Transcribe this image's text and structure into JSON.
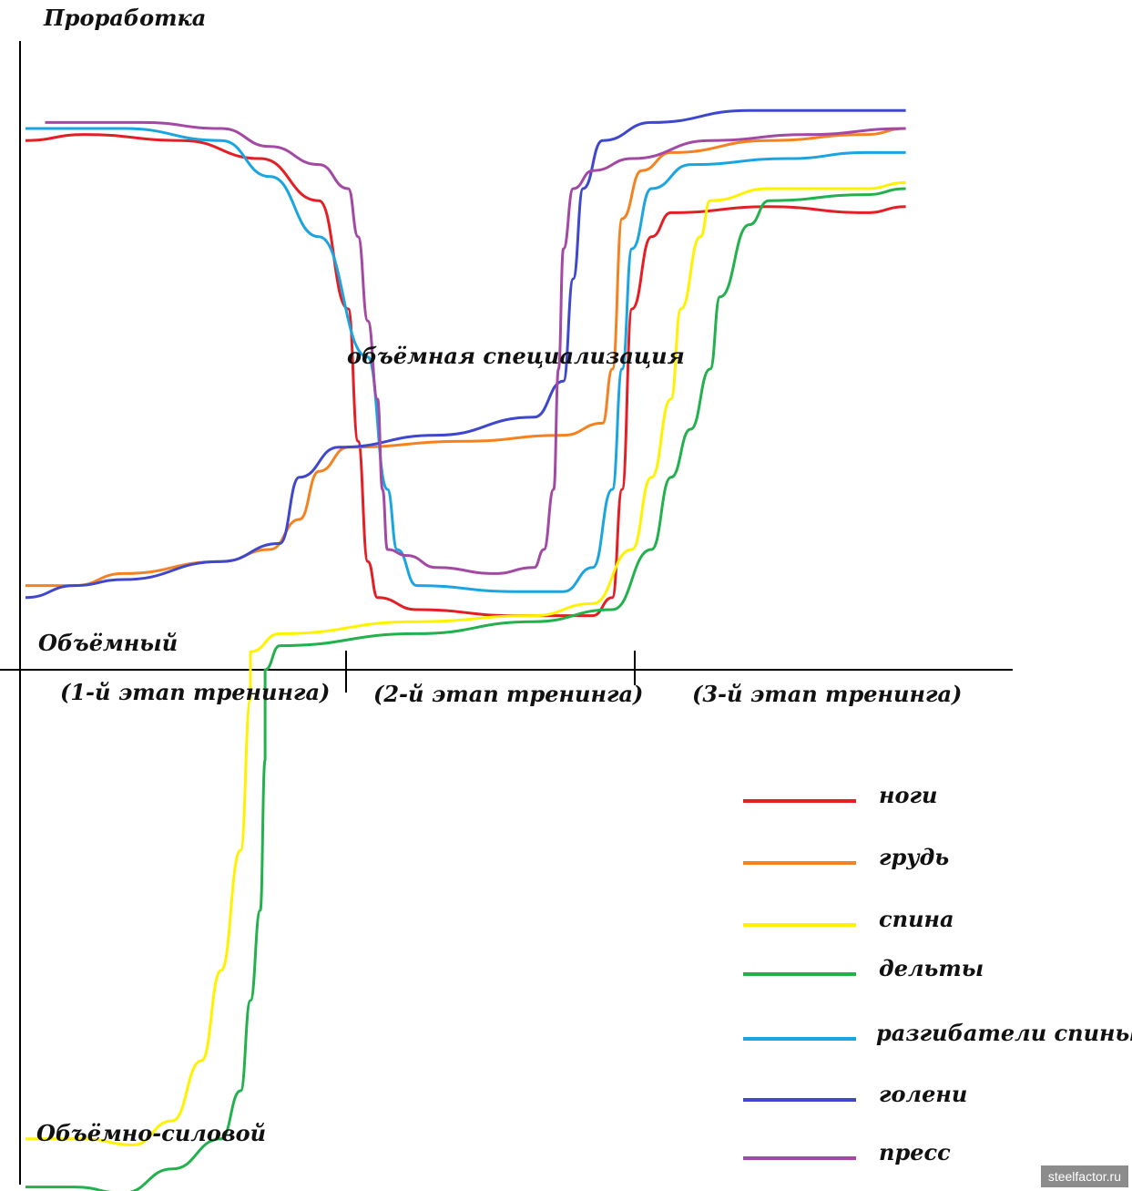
{
  "chart_data": {
    "type": "line",
    "y_axis": {
      "top_label": "Проработка",
      "middle_label": "Объёмный",
      "bottom_label": "Объёмно-силовой"
    },
    "stages": [
      "(1-й этап тренинга)",
      "(2-й этап тренинга)",
      "(3-й этап тренинга)"
    ],
    "annotation": "объёмная специализация",
    "series": [
      {
        "name": "ноги",
        "color": "#e31e24",
        "points": [
          [
            0,
            0.88
          ],
          [
            0.06,
            0.89
          ],
          [
            0.16,
            0.88
          ],
          [
            0.24,
            0.85
          ],
          [
            0.3,
            0.78
          ],
          [
            0.33,
            0.6
          ],
          [
            0.34,
            0.38
          ],
          [
            0.35,
            0.18
          ],
          [
            0.36,
            0.12
          ],
          [
            0.4,
            0.1
          ],
          [
            0.5,
            0.09
          ],
          [
            0.58,
            0.09
          ],
          [
            0.6,
            0.12
          ],
          [
            0.61,
            0.3
          ],
          [
            0.62,
            0.6
          ],
          [
            0.64,
            0.72
          ],
          [
            0.66,
            0.76
          ],
          [
            0.76,
            0.77
          ],
          [
            0.86,
            0.76
          ],
          [
            0.9,
            0.77
          ]
        ]
      },
      {
        "name": "грудь",
        "color": "#f58220",
        "points": [
          [
            0,
            0.14
          ],
          [
            0.05,
            0.14
          ],
          [
            0.1,
            0.16
          ],
          [
            0.2,
            0.18
          ],
          [
            0.25,
            0.2
          ],
          [
            0.28,
            0.25
          ],
          [
            0.3,
            0.33
          ],
          [
            0.33,
            0.37
          ],
          [
            0.45,
            0.38
          ],
          [
            0.55,
            0.39
          ],
          [
            0.59,
            0.41
          ],
          [
            0.6,
            0.5
          ],
          [
            0.61,
            0.75
          ],
          [
            0.63,
            0.83
          ],
          [
            0.66,
            0.86
          ],
          [
            0.76,
            0.88
          ],
          [
            0.86,
            0.89
          ],
          [
            0.9,
            0.9
          ]
        ]
      },
      {
        "name": "спина",
        "color": "#fff200",
        "points": [
          [
            0,
            -0.78
          ],
          [
            0.06,
            -0.78
          ],
          [
            0.11,
            -0.79
          ],
          [
            0.15,
            -0.75
          ],
          [
            0.18,
            -0.65
          ],
          [
            0.2,
            -0.5
          ],
          [
            0.22,
            -0.3
          ],
          [
            0.23,
            -0.05
          ],
          [
            0.23,
            0.03
          ],
          [
            0.26,
            0.06
          ],
          [
            0.4,
            0.08
          ],
          [
            0.52,
            0.09
          ],
          [
            0.58,
            0.11
          ],
          [
            0.62,
            0.2
          ],
          [
            0.64,
            0.32
          ],
          [
            0.66,
            0.45
          ],
          [
            0.67,
            0.6
          ],
          [
            0.69,
            0.72
          ],
          [
            0.7,
            0.78
          ],
          [
            0.76,
            0.8
          ],
          [
            0.86,
            0.8
          ],
          [
            0.9,
            0.81
          ]
        ]
      },
      {
        "name": "дельты",
        "color": "#22b14c",
        "points": [
          [
            0,
            -0.86
          ],
          [
            0.05,
            -0.86
          ],
          [
            0.1,
            -0.87
          ],
          [
            0.15,
            -0.83
          ],
          [
            0.2,
            -0.78
          ],
          [
            0.22,
            -0.7
          ],
          [
            0.23,
            -0.55
          ],
          [
            0.24,
            -0.4
          ],
          [
            0.245,
            -0.15
          ],
          [
            0.245,
            0.0
          ],
          [
            0.26,
            0.04
          ],
          [
            0.4,
            0.06
          ],
          [
            0.52,
            0.08
          ],
          [
            0.6,
            0.1
          ],
          [
            0.64,
            0.2
          ],
          [
            0.66,
            0.32
          ],
          [
            0.68,
            0.4
          ],
          [
            0.7,
            0.5
          ],
          [
            0.71,
            0.62
          ],
          [
            0.74,
            0.74
          ],
          [
            0.76,
            0.78
          ],
          [
            0.86,
            0.79
          ],
          [
            0.9,
            0.8
          ]
        ]
      },
      {
        "name": "разгибатели спины",
        "color": "#1aa5e0",
        "points": [
          [
            0,
            0.9
          ],
          [
            0.1,
            0.9
          ],
          [
            0.2,
            0.88
          ],
          [
            0.25,
            0.82
          ],
          [
            0.3,
            0.72
          ],
          [
            0.35,
            0.52
          ],
          [
            0.37,
            0.3
          ],
          [
            0.38,
            0.2
          ],
          [
            0.4,
            0.14
          ],
          [
            0.5,
            0.13
          ],
          [
            0.55,
            0.13
          ],
          [
            0.58,
            0.17
          ],
          [
            0.6,
            0.3
          ],
          [
            0.61,
            0.5
          ],
          [
            0.62,
            0.7
          ],
          [
            0.64,
            0.8
          ],
          [
            0.68,
            0.84
          ],
          [
            0.78,
            0.85
          ],
          [
            0.86,
            0.86
          ],
          [
            0.9,
            0.86
          ]
        ]
      },
      {
        "name": "голени",
        "color": "#3f48cc",
        "points": [
          [
            0,
            0.12
          ],
          [
            0.05,
            0.14
          ],
          [
            0.1,
            0.15
          ],
          [
            0.2,
            0.18
          ],
          [
            0.26,
            0.21
          ],
          [
            0.28,
            0.32
          ],
          [
            0.32,
            0.37
          ],
          [
            0.42,
            0.39
          ],
          [
            0.52,
            0.42
          ],
          [
            0.55,
            0.48
          ],
          [
            0.56,
            0.65
          ],
          [
            0.57,
            0.8
          ],
          [
            0.59,
            0.88
          ],
          [
            0.64,
            0.91
          ],
          [
            0.74,
            0.93
          ],
          [
            0.84,
            0.93
          ],
          [
            0.9,
            0.93
          ]
        ]
      },
      {
        "name": "пресс",
        "color": "#a349a4",
        "points": [
          [
            0.02,
            0.91
          ],
          [
            0.12,
            0.91
          ],
          [
            0.2,
            0.9
          ],
          [
            0.25,
            0.87
          ],
          [
            0.3,
            0.84
          ],
          [
            0.33,
            0.8
          ],
          [
            0.34,
            0.72
          ],
          [
            0.35,
            0.58
          ],
          [
            0.36,
            0.45
          ],
          [
            0.365,
            0.3
          ],
          [
            0.37,
            0.2
          ],
          [
            0.39,
            0.19
          ],
          [
            0.42,
            0.17
          ],
          [
            0.48,
            0.16
          ],
          [
            0.52,
            0.17
          ],
          [
            0.53,
            0.2
          ],
          [
            0.54,
            0.3
          ],
          [
            0.545,
            0.5
          ],
          [
            0.55,
            0.7
          ],
          [
            0.56,
            0.8
          ],
          [
            0.58,
            0.83
          ],
          [
            0.62,
            0.85
          ],
          [
            0.7,
            0.88
          ],
          [
            0.8,
            0.89
          ],
          [
            0.9,
            0.9
          ]
        ]
      }
    ]
  },
  "watermark": "steelfactor.ru"
}
